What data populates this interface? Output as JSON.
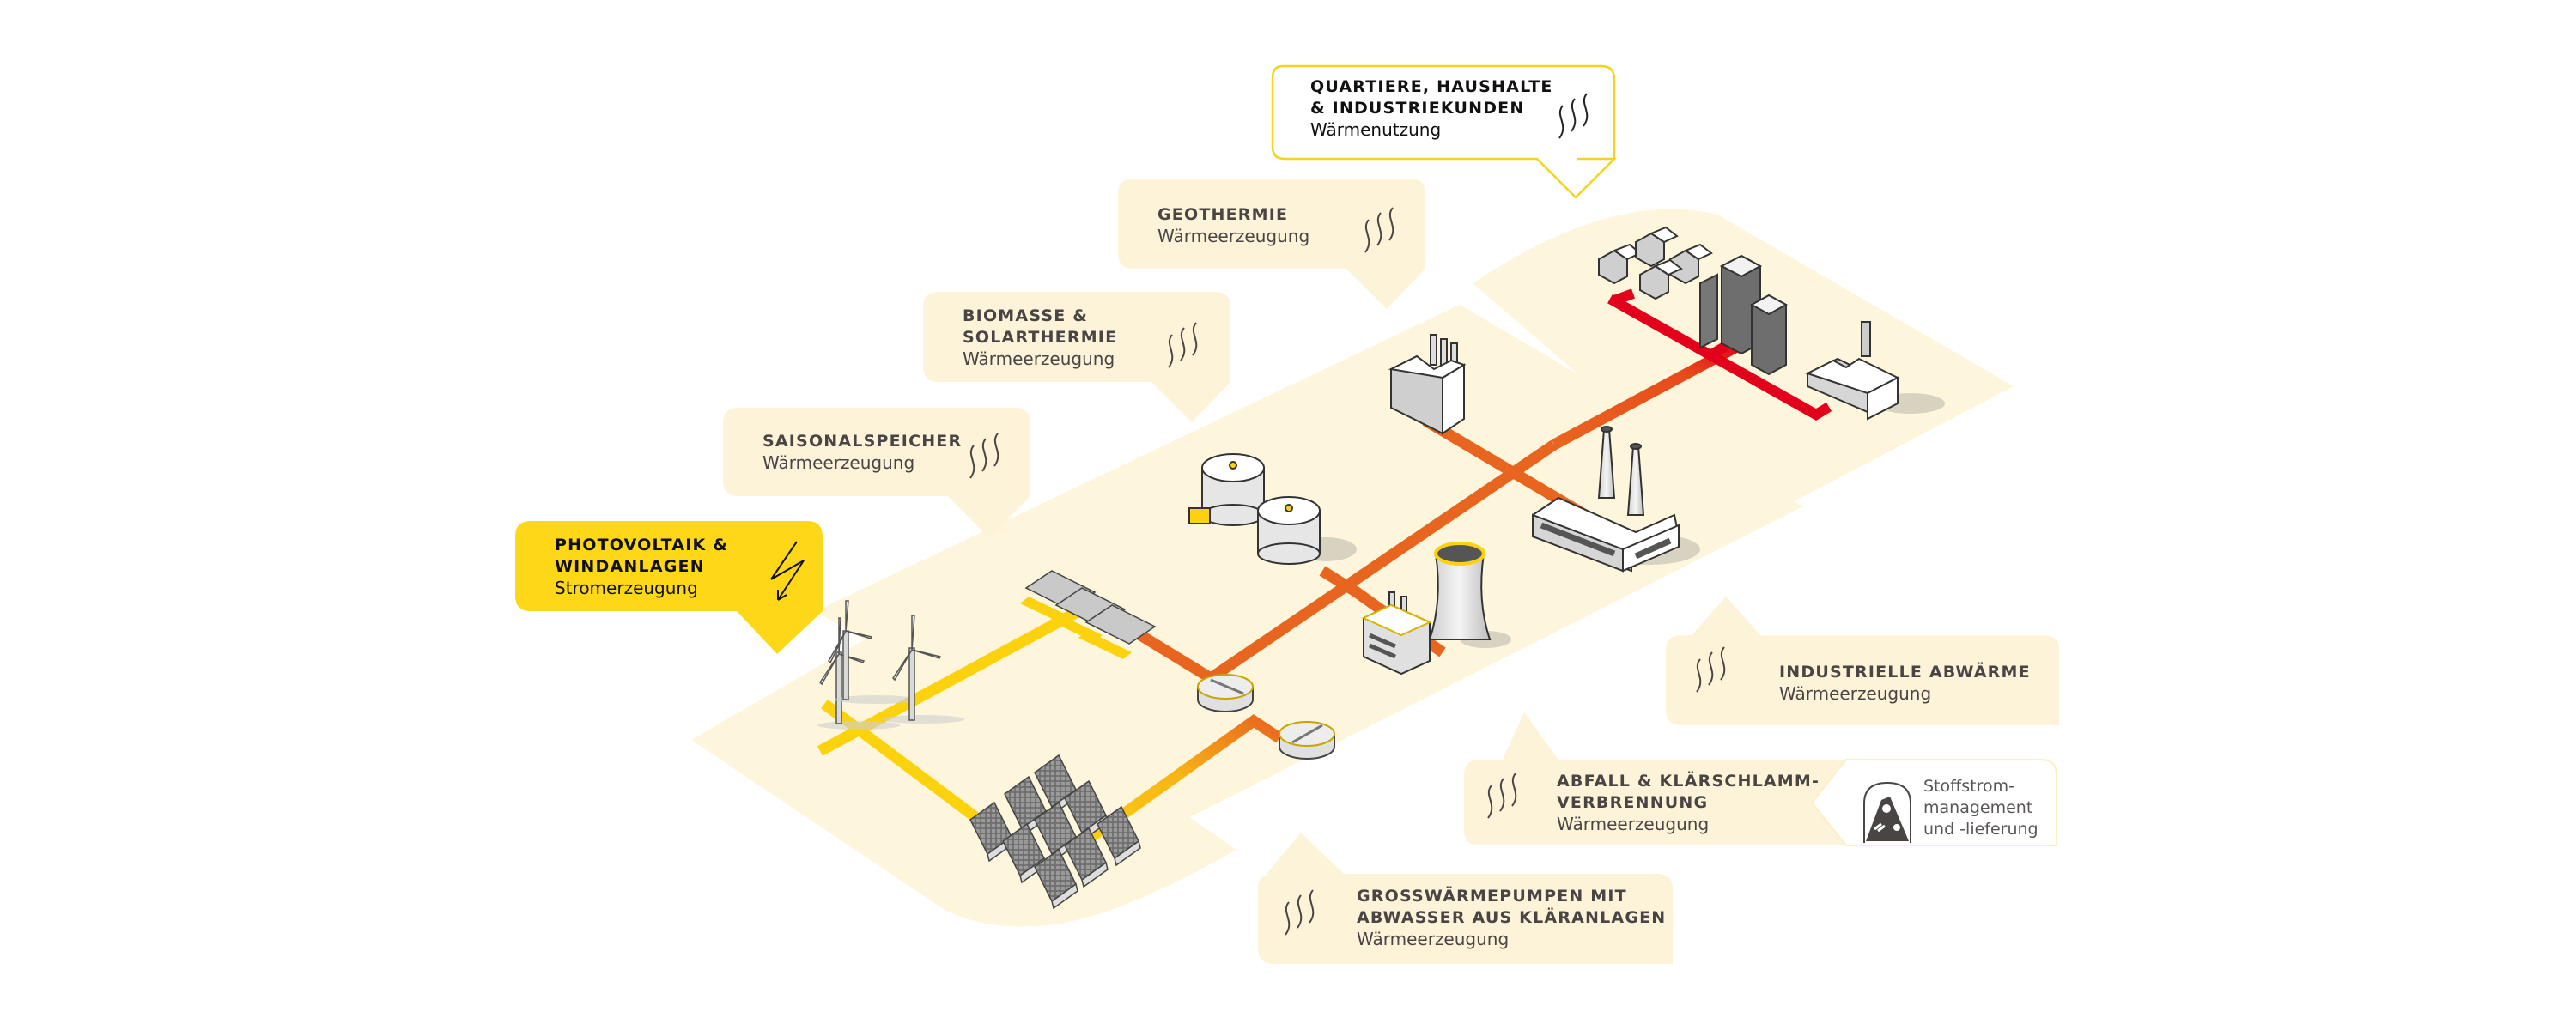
{
  "colors": {
    "plane": "#fdf6dc",
    "callout_bg": "#fcf3d8",
    "highlight": "#fdd718",
    "highlight_border": "#f6d31c",
    "text_dark": "#111111",
    "text_body": "#4a4545",
    "pipe_yellow": "#fcc80f",
    "pipe_orange": "#e8651f",
    "pipe_red": "#e2001a"
  },
  "callouts": [
    {
      "id": "quartiere",
      "title_lines": [
        "QUARTIERE, HAUSHALTE",
        "& INDUSTRIEKUNDEN"
      ],
      "subtitle": "Wärmenutzung",
      "icon": "heat-waves-icon",
      "style": "outlined"
    },
    {
      "id": "geothermie",
      "title_lines": [
        "GEOTHERMIE"
      ],
      "subtitle": "Wärmeerzeugung",
      "icon": "heat-waves-icon",
      "style": "filled"
    },
    {
      "id": "biomasse",
      "title_lines": [
        "BIOMASSE &",
        "SOLARTHERMIE"
      ],
      "subtitle": "Wärmeerzeugung",
      "icon": "heat-waves-icon",
      "style": "filled"
    },
    {
      "id": "saisonalspeicher",
      "title_lines": [
        "SAISONALSPEICHER"
      ],
      "subtitle": "Wärmeerzeugung",
      "icon": "heat-waves-icon",
      "style": "filled"
    },
    {
      "id": "photovoltaik",
      "title_lines": [
        "PHOTOVOLTAIK &",
        "WINDANLAGEN"
      ],
      "subtitle": "Stromerzeugung",
      "icon": "lightning-bolt-icon",
      "style": "highlight"
    },
    {
      "id": "industrielle",
      "title_lines": [
        "INDUSTRIELLE ABWÄRME"
      ],
      "subtitle": "Wärmeerzeugung",
      "icon": "heat-waves-icon",
      "style": "filled"
    },
    {
      "id": "abfall",
      "title_lines": [
        "ABFALL & KLÄRSCHLAMM-",
        "VERBRENNUNG"
      ],
      "subtitle": "Wärmeerzeugung",
      "icon": "heat-waves-icon",
      "style": "filled",
      "side": {
        "icon": "waste-heap-icon",
        "lines": [
          "Stoffstrom-",
          "management",
          "und -lieferung"
        ]
      }
    },
    {
      "id": "grosswaermepumpen",
      "title_lines": [
        "GROSSWÄRMEPUMPEN MIT",
        "ABWASSER AUS KLÄRANLAGEN"
      ],
      "subtitle": "Wärmeerzeugung",
      "icon": "heat-waves-icon",
      "style": "filled"
    }
  ],
  "illustration": {
    "zones": [
      "renewable-power-zone",
      "heat-generation-zone",
      "consumer-zone"
    ],
    "facilities": [
      "wind-turbine",
      "wind-turbine",
      "wind-turbine",
      "solar-park",
      "solar-thermal-collectors",
      "storage-tank",
      "storage-tank",
      "biomass-plant",
      "wastewater-clarifier",
      "wastewater-clarifier",
      "cooling-tower-plant",
      "industrial-plant",
      "houses",
      "apartment-towers",
      "industrial-customer-factory"
    ],
    "networks": [
      "power-line",
      "heat-pipe",
      "district-heating-pipe"
    ]
  }
}
